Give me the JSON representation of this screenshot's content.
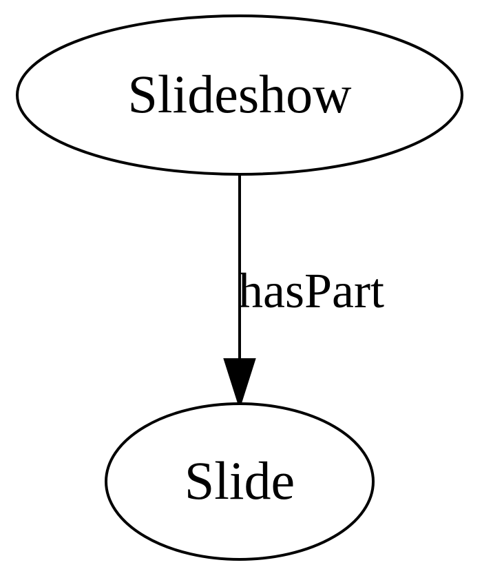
{
  "diagram": {
    "type": "directed-graph",
    "colors": {
      "stroke": "#000000",
      "fill": "#ffffff",
      "text": "#000000"
    },
    "nodes": [
      {
        "id": "slideshow",
        "label": "Slideshow",
        "shape": "ellipse"
      },
      {
        "id": "slide",
        "label": "Slide",
        "shape": "ellipse"
      }
    ],
    "edges": [
      {
        "from": "slideshow",
        "to": "slide",
        "label": "hasPart"
      }
    ]
  }
}
